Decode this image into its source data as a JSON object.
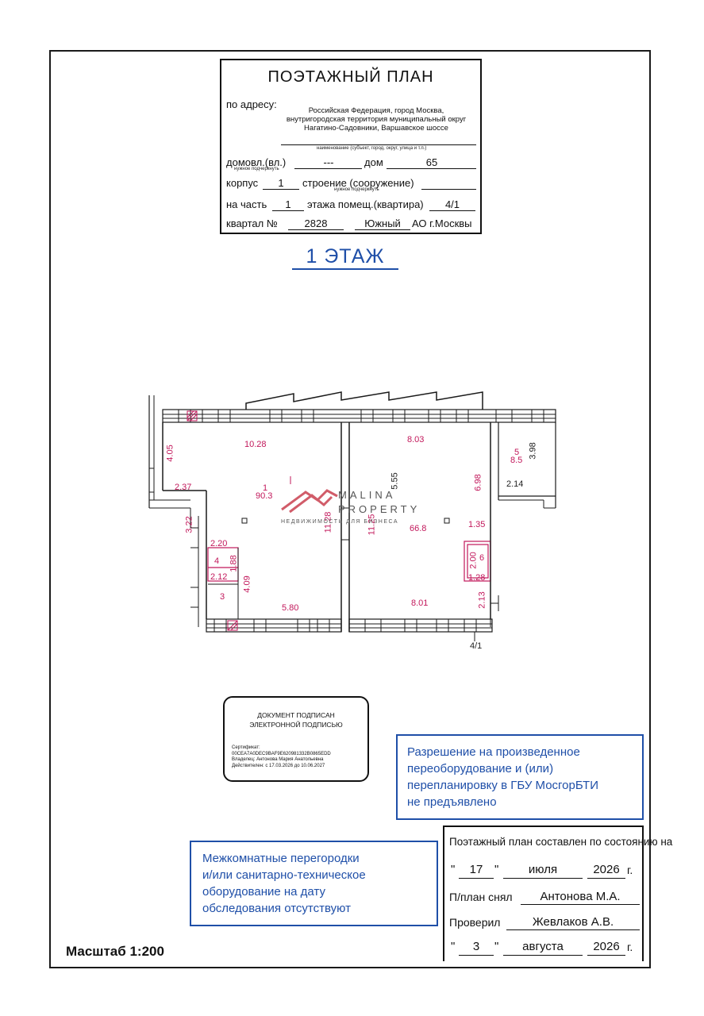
{
  "title_block": {
    "title": "ПОЭТАЖНЫЙ ПЛАН",
    "address_label": "по адресу:",
    "address_lines": [
      "Российская Федерация, город Москва,",
      "внутригородская территория муниципальный округ",
      "Нагатино-Садовники, Варшавское шоссе"
    ],
    "address_caption": "наименование (субъект, город, округ, улица и т.п.)",
    "domovl_label": "домовл.(вл.)",
    "domovl_hint": "нужное подчеркнуть",
    "domovl_value": "---",
    "dom_label": "дом",
    "dom_value": "65",
    "korpus_label": "корпус",
    "korpus_value": "1",
    "stroenie_label": "строение (сооружение)",
    "stroenie_hint": "нужное подчеркнуть",
    "na_chast_label": "на часть",
    "na_chast_value": "1",
    "etazh_label": "этажа помещ.(квартира)",
    "etazh_value": "4/1",
    "kvartal_label": "квартал №",
    "kvartal_value": "2828",
    "okrug_value": "Южный",
    "okrug_suffix": "АО г.Москвы"
  },
  "floor_title": "1  ЭТАЖ",
  "plan": {
    "dimensions": {
      "d_10_28": "10.28",
      "d_4_05": "4.05",
      "d_2_37": "2.37",
      "room1_num": "1",
      "room1_area": "90.3",
      "d_3_22": "3.22",
      "d_2_20": "2.20",
      "room4_num": "4",
      "d_1_88": "1.88",
      "d_2_12": "2.12",
      "d_4_09": "4.09",
      "room3_num": "3",
      "d_5_80": "5.80",
      "d_11_28": "11.28",
      "d_11_25": "11.25",
      "d_8_03": "8.03",
      "d_5_55": "5.55",
      "room2_area": "66.8",
      "d_6_98": "6.98",
      "d_1_35": "1.35",
      "d_2_00": "2.00",
      "room6_num": "6",
      "d_1_28": "1.28",
      "d_8_01": "8.01",
      "d_2_13": "2.13",
      "room5_num": "5",
      "room5_area": "8.5",
      "d_3_98": "3.98",
      "d_2_14": "2.14",
      "unit_label": "4/1"
    },
    "watermark": {
      "brand_line1": "MALINA",
      "brand_line2": "PROPERTY",
      "tagline": "НЕДВИЖИМОСТЬ ДЛЯ БИЗНЕСА"
    }
  },
  "stamp": {
    "heading_line1": "ДОКУМЕНТ ПОДПИСАН",
    "heading_line2": "ЭЛЕКТРОННОЙ ПОДПИСЬЮ",
    "cert_label": "Сертификат:",
    "cert_number": "00CEA7A0DEC9BAF9E620981332B0865EDD",
    "owner": "Владелец: Антонова Мария Анатольевна",
    "valid": "Действителен: с 17.03.2026 до 10.06.2027"
  },
  "note_permission": {
    "lines": [
      "Разрешение на произведенное",
      "переоборудование и (или)",
      "перепланировку в ГБУ МосгорБТИ",
      "не предъявлено"
    ]
  },
  "note_partitions": {
    "lines": [
      "Межкомнатные перегородки",
      "и/или санитарно-техническое",
      "оборудование на дату",
      "обследования отсутствуют"
    ]
  },
  "certification": {
    "header": "Поэтажный план составлен по состоянию на",
    "date1_day": "17",
    "date1_month": "июля",
    "date1_year": "2026",
    "year_suffix": "г.",
    "quote": "\"",
    "surveyed_label": "П/план снял",
    "surveyed_by": "Антонова М.А.",
    "checked_label": "Проверил",
    "checked_by": "Жевлаков А.В.",
    "date2_day": "3",
    "date2_month": "августа",
    "date2_year": "2026"
  },
  "scale": "Масштаб 1:200",
  "colors": {
    "dimension": "#c2185b",
    "note_blue": "#1f4fa8",
    "line": "#1a1a1a"
  }
}
